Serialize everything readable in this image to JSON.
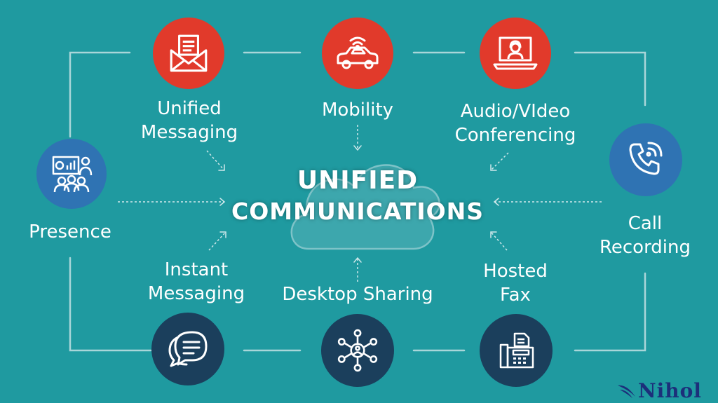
{
  "diagram": {
    "title_line1": "UNIFIED",
    "title_line2": "COMMUNICATIONS",
    "nodes": {
      "unified_messaging": {
        "line1": "Unified",
        "line2": "Messaging",
        "icon": "envelope-icon"
      },
      "mobility": {
        "line1": "Mobility",
        "icon": "connected-car-icon"
      },
      "audio_video": {
        "line1": "Audio/VIdeo",
        "line2": "Conferencing",
        "icon": "laptop-headset-icon"
      },
      "presence": {
        "line1": "Presence",
        "icon": "presentation-group-icon"
      },
      "call_recording": {
        "line1": "Call",
        "line2": "Recording",
        "icon": "phone-ringing-icon"
      },
      "instant_messaging": {
        "line1": "Instant",
        "line2": "Messaging",
        "icon": "chat-bubbles-icon"
      },
      "desktop_sharing": {
        "line1": "Desktop Sharing",
        "icon": "network-hub-icon"
      },
      "hosted_fax": {
        "line1": "Hosted",
        "line2": "Fax",
        "icon": "fax-machine-icon"
      }
    }
  },
  "logo": {
    "text": "Nihol"
  },
  "colors": {
    "background": "#1f9aa0",
    "top_nodes": "#e13a2b",
    "side_nodes": "#2f73b3",
    "bottom_nodes": "#1b3f5c",
    "logo": "#1c2f7a"
  }
}
